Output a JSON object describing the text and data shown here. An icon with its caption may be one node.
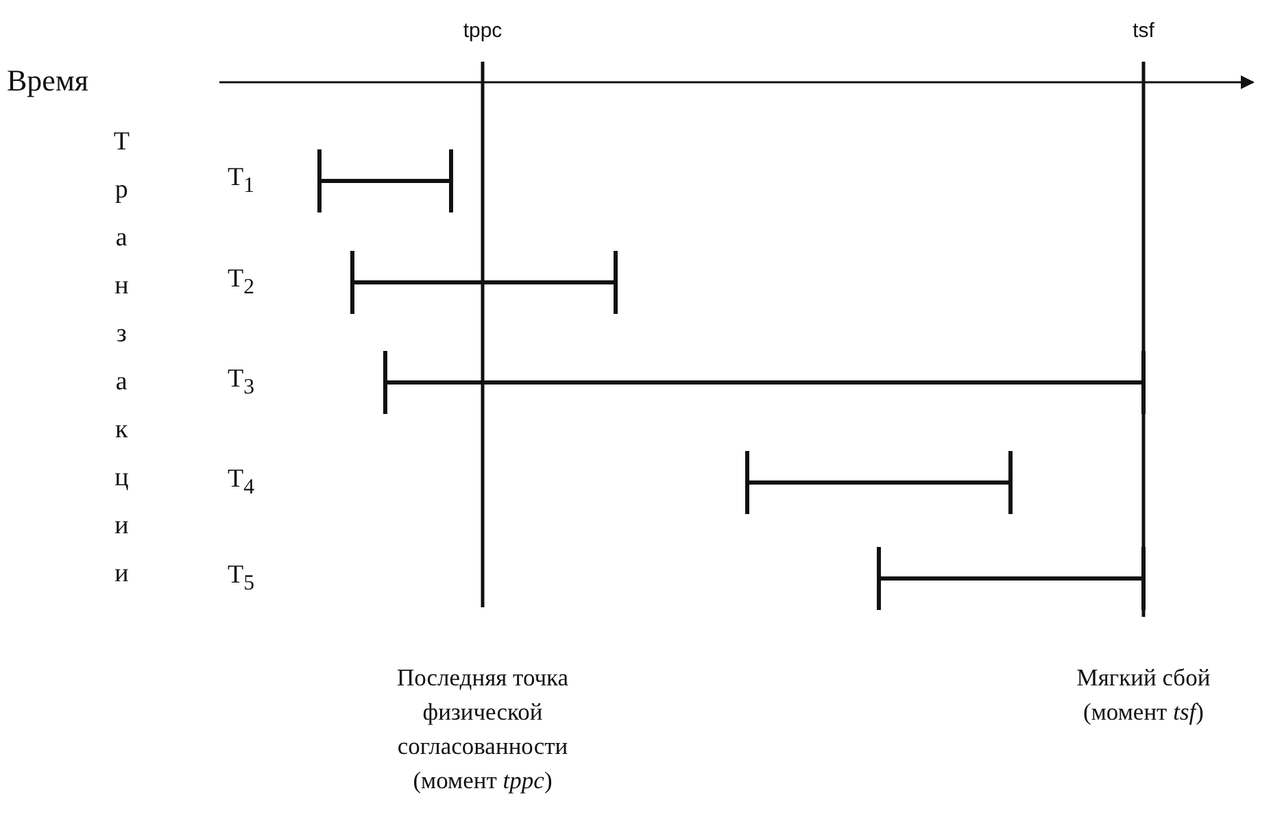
{
  "diagram": {
    "labels": [
      "tppc",
      "tsf",
      "Время",
      "Транзакции",
      "T$_{1}$",
      "T$_{2}$",
      "T$_{3}$",
      "T$_{4}$",
      "T$_{5}$",
      "Последняя точка физической согласованности (момент *tppc*)",
      "Мягкий сбой (момент *tsf*)"
    ]
  }
}
